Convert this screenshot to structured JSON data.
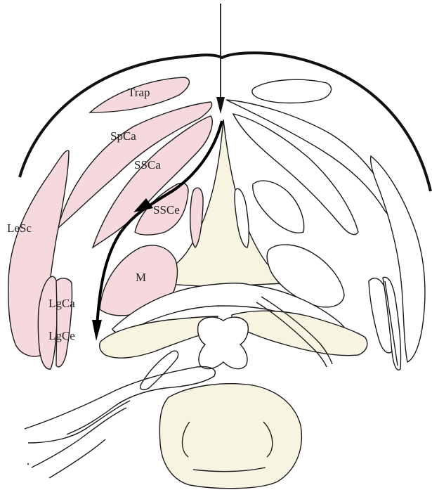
{
  "labels": {
    "trap": "Trap",
    "spca": "SpCa",
    "ssca": "SSCa",
    "ssce": "SSCe",
    "lesc": "LeSc",
    "m": "M",
    "lgca": "LgCa",
    "lgce": "LgCe"
  },
  "colors": {
    "muscle_fill": "#f5d9dc",
    "bone_fill": "#f7f4e2",
    "outline": "#1a1a1a"
  }
}
